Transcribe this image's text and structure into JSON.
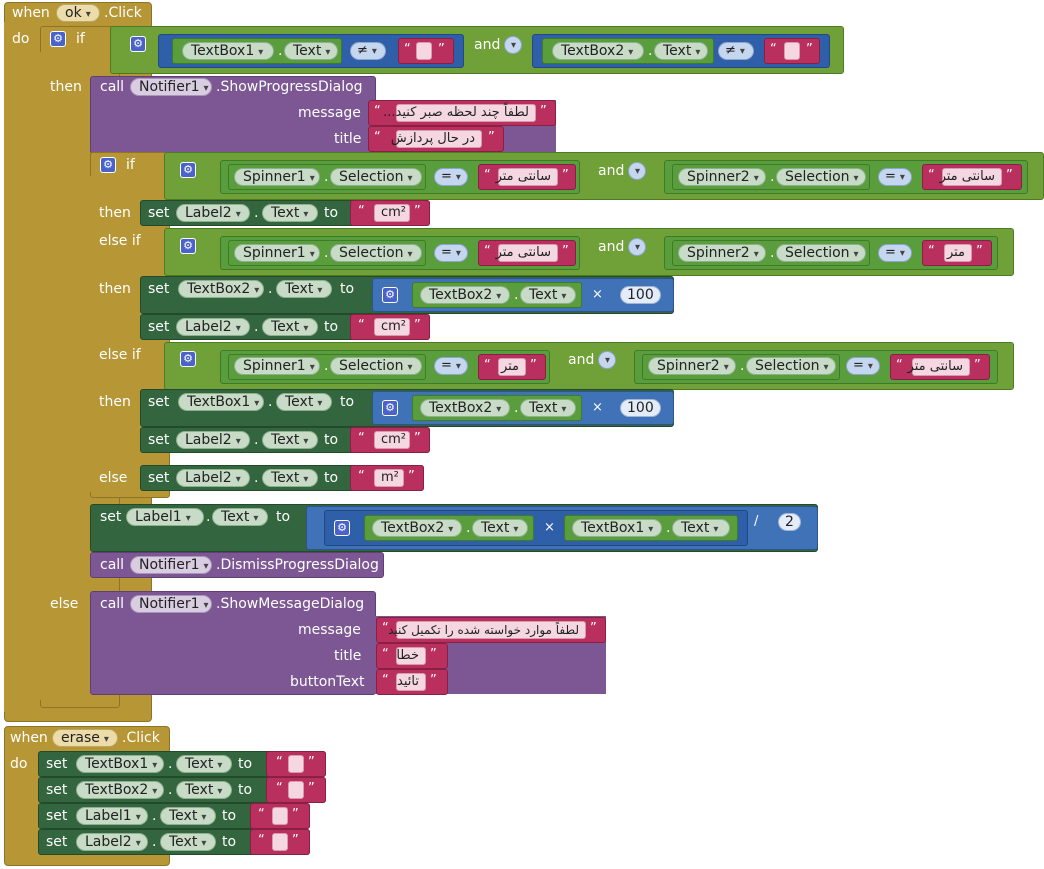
{
  "kw": {
    "when": "when",
    "do": "do",
    "if": "if",
    "then": "then",
    "else": "else",
    "else_if": "else if",
    "and": "and",
    "call": "call",
    "set": "set",
    "to": "to",
    "message": "message",
    "title": "title",
    "button_text": "buttonText",
    "dot": ".",
    "dot_click": ".Click",
    "dot_show_progress": ".ShowProgressDialog",
    "dot_dismiss_progress": ".DismissProgressDialog",
    "dot_show_message": ".ShowMessageDialog"
  },
  "ops": {
    "neq": "≠",
    "eq": "=",
    "times": "×",
    "div": "/",
    "quote_open": "“",
    "quote_close": "”",
    "dropdown": "▾",
    "gear": "⚙"
  },
  "components": {
    "ok": "ok",
    "erase": "erase",
    "textbox1": "TextBox1",
    "textbox2": "TextBox2",
    "spinner1": "Spinner1",
    "spinner2": "Spinner2",
    "label1": "Label1",
    "label2": "Label2",
    "notifier1": "Notifier1"
  },
  "props": {
    "text": "Text",
    "selection": "Selection"
  },
  "strings": {
    "wait_message": "لطفاً چند لحظه صبر کنید...",
    "processing_title": "در حال پردازش",
    "centimeter": "سانتی متر",
    "meter": "متر",
    "cm2": "cm²",
    "m2": "m²",
    "fill_required": "لطفاً موارد خواسته شده را تکمیل کنید",
    "error_title": "خطا",
    "confirm_button": "تائید",
    "empty": ""
  },
  "numbers": {
    "hundred": "100",
    "two": "2"
  }
}
